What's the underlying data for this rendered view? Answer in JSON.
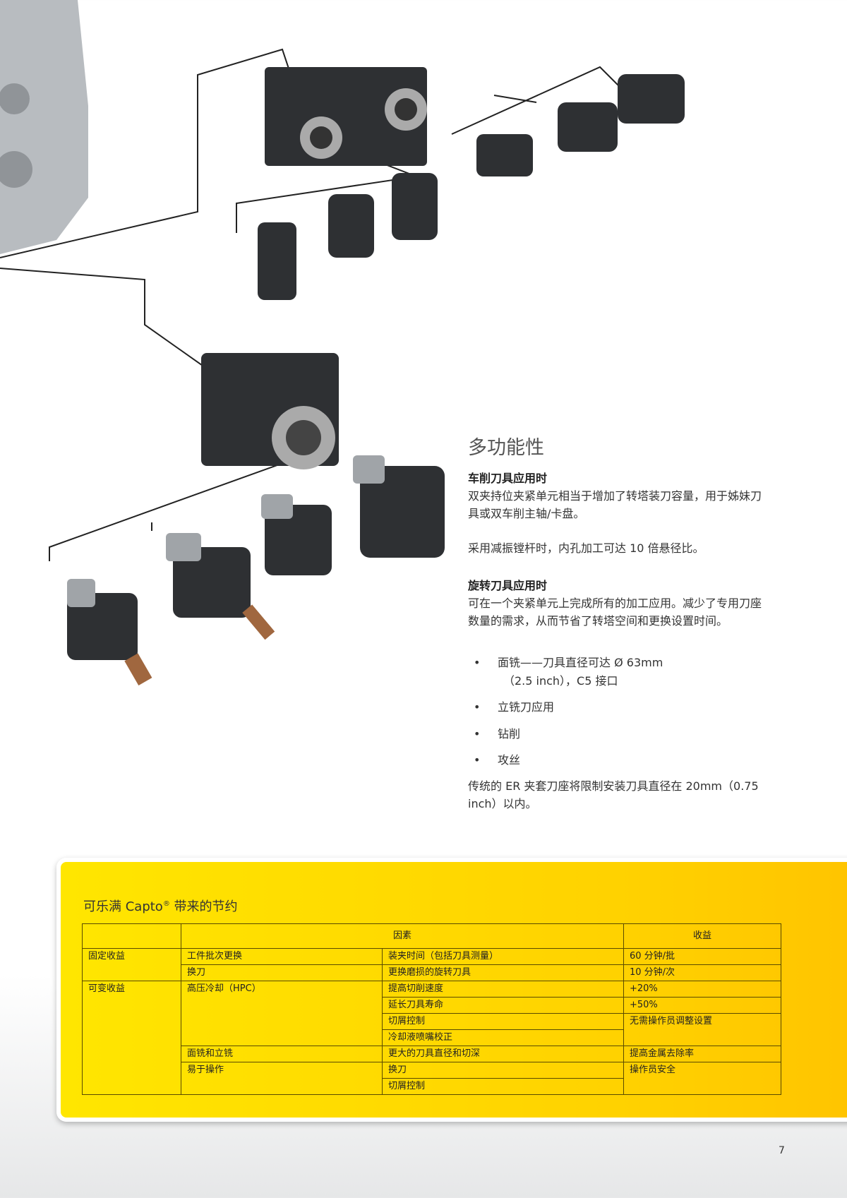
{
  "section": {
    "title": "多功能性",
    "turning": {
      "heading": "车削刀具应用时",
      "p1": "双夹持位夹紧单元相当于增加了转塔装刀容量，用于姊妹刀具或双车削主轴/卡盘。",
      "p2": "采用减振镗杆时，内孔加工可达 10 倍悬径比。"
    },
    "rotating": {
      "heading": "旋转刀具应用时",
      "p1": "可在一个夹紧单元上完成所有的加工应用。减少了专用刀座数量的需求，从而节省了转塔空间和更换设置时间。",
      "bullets": [
        "面铣——刀具直径可达 Ø 63mm",
        "（2.5 inch），C5 接口",
        "立铣刀应用",
        "钻削",
        "攻丝"
      ],
      "bullet_mark": "•",
      "p2": "传统的 ER 夹套刀座将限制安装刀具直径在 20mm（0.75 inch）以内。"
    }
  },
  "savings": {
    "title": "可乐满 Capto",
    "reg": "®",
    "title_suffix": " 带来的节约",
    "headers": [
      "",
      "因素",
      "收益"
    ],
    "rows": [
      [
        "固定收益",
        "工件批次更换",
        "装夹时间（包括刀具测量）",
        "60 分钟/批"
      ],
      [
        "",
        "换刀",
        "更换磨损的旋转刀具",
        "10 分钟/次"
      ],
      [
        "可变收益",
        "高压冷却（HPC）",
        "提高切削速度",
        "+20%"
      ],
      [
        "",
        "",
        "延长刀具寿命",
        "+50%"
      ],
      [
        "",
        "",
        "切屑控制",
        "无需操作员调整设置"
      ],
      [
        "",
        "",
        "冷却液喷嘴校正",
        ""
      ],
      [
        "",
        "面铣和立铣",
        "更大的刀具直径和切深",
        "提高金属去除率"
      ],
      [
        "",
        "易于操作",
        "换刀",
        "操作员安全"
      ],
      [
        "",
        "",
        "切屑控制",
        ""
      ]
    ]
  },
  "page_number": "7",
  "colors": {
    "accent": "#ffd700"
  }
}
